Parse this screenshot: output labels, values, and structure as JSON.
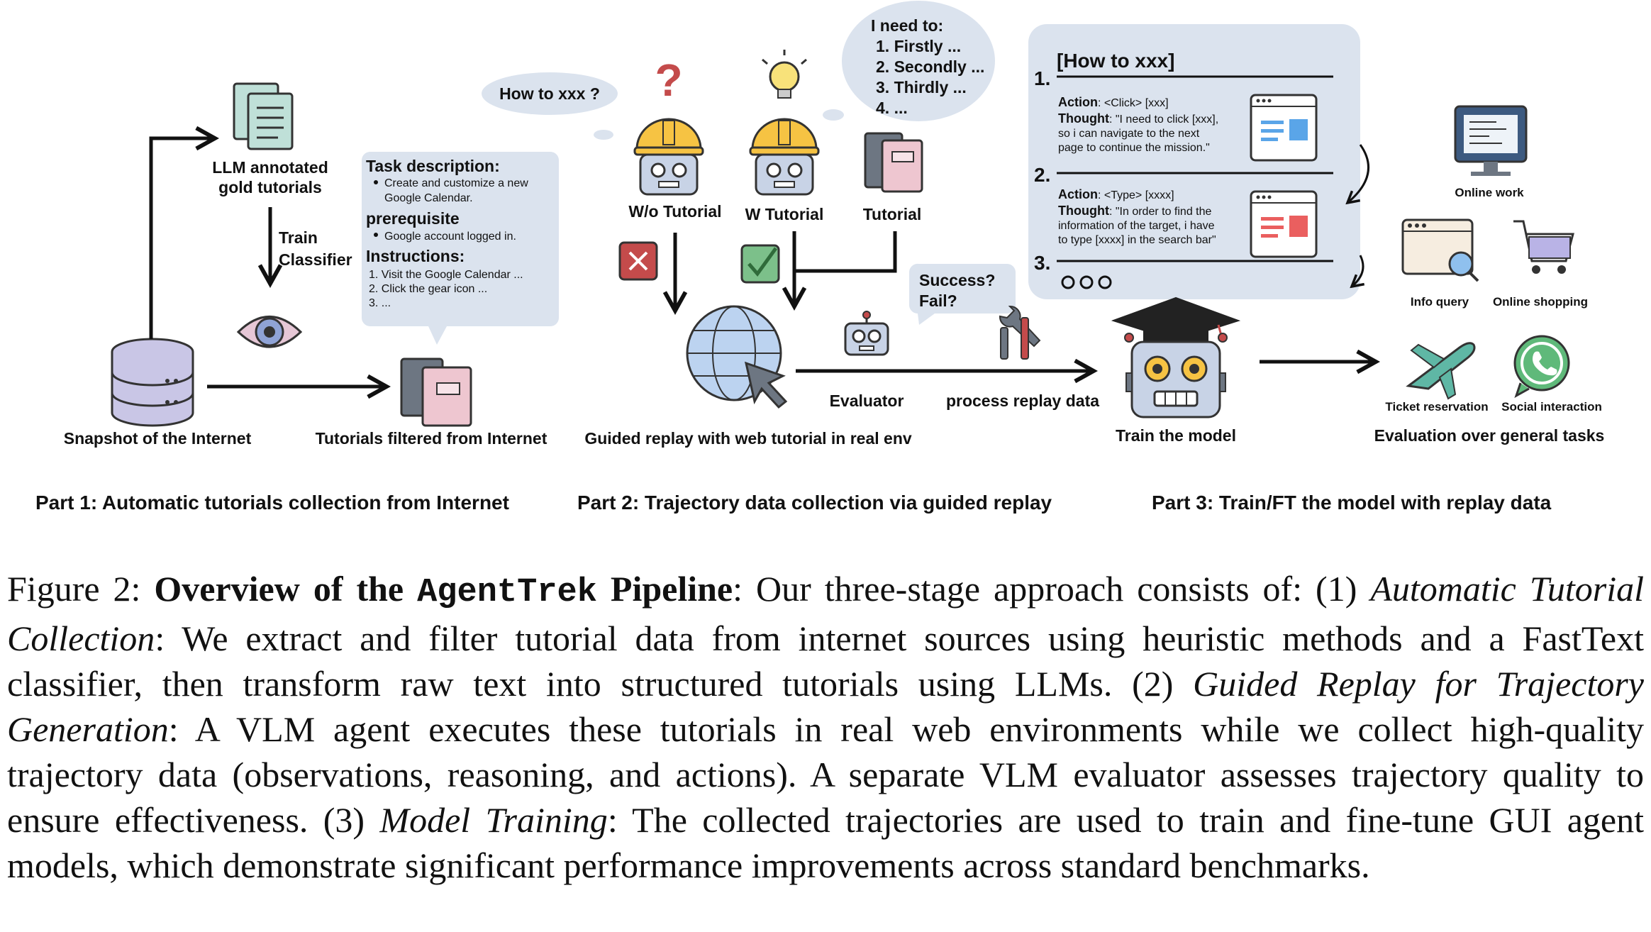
{
  "part1": {
    "title": "Part 1: Automatic tutorials collection from Internet",
    "snapshot_label": "Snapshot of the Internet",
    "llm_label_line1": "LLM annotated",
    "llm_label_line2": "gold tutorials",
    "train_label_line1": "Train",
    "train_label_line2": "Classifier",
    "filtered_label": "Tutorials filtered from Internet",
    "tutorial_card": {
      "task_heading": "Task description:",
      "task_bullet_line1": "Create and customize a new",
      "task_bullet_line2": "Google Calendar.",
      "prereq_heading": "prerequisite",
      "prereq_bullet": "Google account logged in.",
      "instructions_heading": "Instructions:",
      "step1": "1. Visit the Google Calendar ...",
      "step2": "2. Click the gear icon ...",
      "step3": "3. ..."
    }
  },
  "part2": {
    "title": "Part 2: Trajectory data collection via guided replay",
    "how_to_bubble": "How to xxx ?",
    "wo_tutorial": "W/o Tutorial",
    "w_tutorial": "W Tutorial",
    "tutorial": "Tutorial",
    "thought_bubble": {
      "line0": "I need to:",
      "line1": "1. Firstly ...",
      "line2": "2. Secondly ...",
      "line3": "3. Thirdly ...",
      "line4": "4. ..."
    },
    "success_line1": "Success?",
    "success_line2": "Fail?",
    "evaluator": "Evaluator",
    "process_replay": "process replay data",
    "guided_replay": "Guided replay with web tutorial in real env",
    "question_mark": "?"
  },
  "part3": {
    "title": "Part 3: Train/FT the model with replay data",
    "panel": {
      "heading": "[How to xxx]",
      "step1_num": "1.",
      "step1_action_key": "Action",
      "step1_action_val": ": <Click> [xxx]",
      "step1_thought_key": "Thought",
      "step1_thought_line1": ": \"I need to click [xxx],",
      "step1_thought_line2": "so i can navigate to the next",
      "step1_thought_line3": "page to continue the mission.\"",
      "step2_num": "2.",
      "step2_action_key": "Action",
      "step2_action_val": ": <Type> [xxxx]",
      "step2_thought_key": "Thought",
      "step2_thought_line1": ": \"In order to find the",
      "step2_thought_line2": "information of the target, i have",
      "step2_thought_line3": "to type [xxxx] in the search bar\"",
      "step3_num": "3."
    },
    "train_model": "Train the model",
    "online_work": "Online work",
    "info_query": "Info query",
    "online_shopping": "Online shopping",
    "ticket_reservation": "Ticket reservation",
    "social_interaction": "Social interaction",
    "evaluation": "Evaluation over general tasks"
  },
  "caption": {
    "prefix": "Figure 2: ",
    "bold_a": "Overview of the ",
    "mono": "AgentTrek",
    "bold_b": " Pipeline",
    "t1": ": Our three-stage approach consists of: (1) ",
    "i1": "Automatic Tutorial Collection",
    "t2": ": We extract and filter tutorial data from internet sources using heuristic methods and a FastText classifier, then transform raw text into structured tutorials using LLMs. (2) ",
    "i2": "Guided Replay for Trajectory Generation",
    "t3": ": A VLM agent executes these tutorials in real web environments while we collect high-quality trajectory data (observations, reasoning, and actions). A separate VLM evaluator assesses trajectory quality to ensure effectiveness. (3) ",
    "i3": "Model Training",
    "t4": ": The collected trajectories are used to train and fine-tune GUI agent models, which demonstrate significant performance improvements across standard benchmarks."
  },
  "colors": {
    "bubble": "#dbe3ee",
    "db": "#c9c6e6",
    "book_pink": "#eec6d0",
    "book_gray": "#6d7682",
    "tutorial_teal": "#bfe0d8",
    "helmet": "#f6c343",
    "robot_body": "#c8d3e6",
    "x_red": "#c44b4b",
    "check_green": "#7cc08a",
    "globe": "#bcd3f0",
    "screen_blue": "#5aa5e8",
    "screen_red": "#ea5f5f"
  }
}
